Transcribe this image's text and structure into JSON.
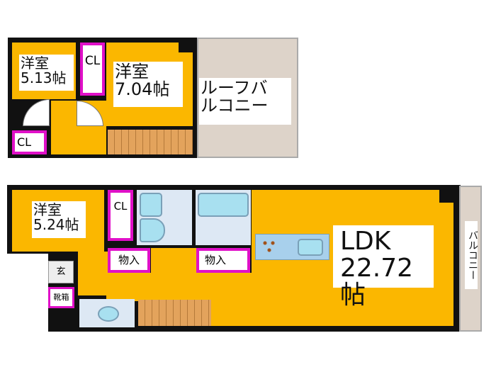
{
  "upper_floor": {
    "room1": {
      "name": "洋室",
      "size": "5.13帖"
    },
    "closet1": "CL",
    "closet2": "CL",
    "room2": {
      "name": "洋室",
      "size": "7.04帖"
    },
    "roof_balcony": [
      "ルーフバ",
      "ルコニー"
    ]
  },
  "lower_floor": {
    "room": {
      "name": "洋室",
      "size": "5.24帖"
    },
    "closet": "CL",
    "storage1": "物入",
    "storage2": "物入",
    "entrance": "玄",
    "shoe_box": "靴箱",
    "ldk": {
      "name": "LDK",
      "size": "22.72帖"
    },
    "balcony": "バルコニー"
  },
  "colors": {
    "room": "#fbb700",
    "closet": "#e010c8",
    "balcony": "#ddd3c9",
    "stairs": "#e3a35c"
  }
}
